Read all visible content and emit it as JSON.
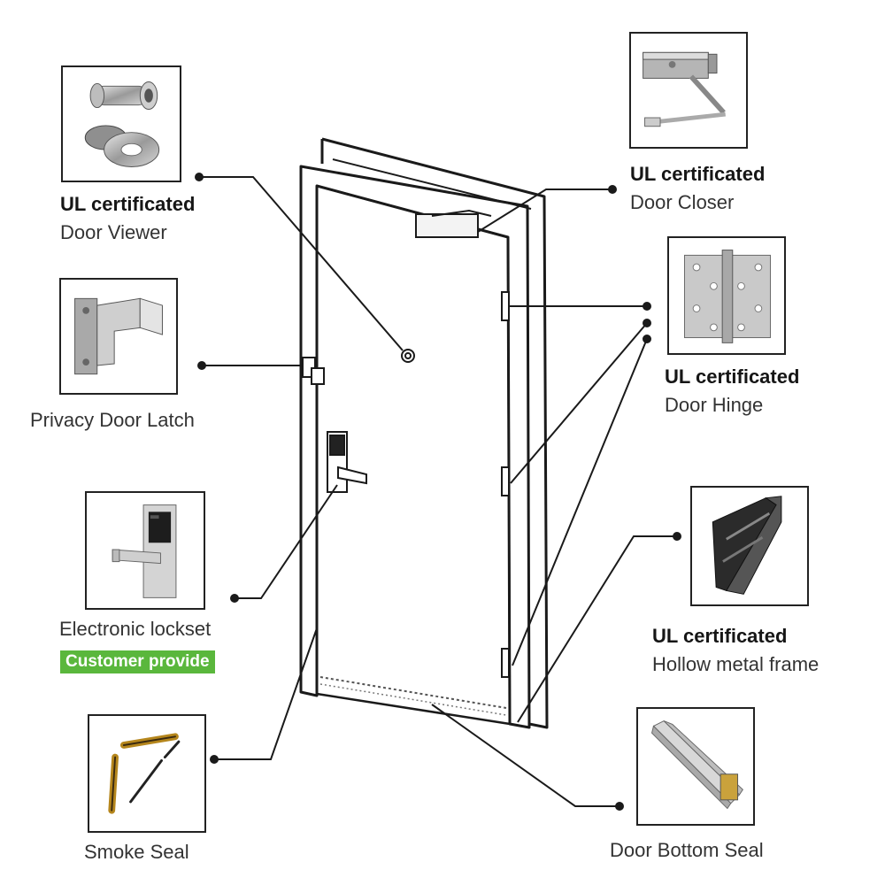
{
  "callouts": {
    "door_viewer": {
      "cert": "UL certificated",
      "name": "Door Viewer"
    },
    "door_closer": {
      "cert": "UL certificated",
      "name": "Door Closer"
    },
    "privacy_latch": {
      "name": "Privacy Door Latch"
    },
    "door_hinge": {
      "cert": "UL certificated",
      "name": "Door Hinge"
    },
    "electronic_lockset": {
      "name": "Electronic lockset",
      "badge": "Customer provide"
    },
    "hollow_frame": {
      "cert": "UL certificated",
      "name": "Hollow metal frame"
    },
    "smoke_seal": {
      "name": "Smoke Seal"
    },
    "bottom_seal": {
      "name": "Door Bottom Seal"
    }
  },
  "colors": {
    "badge": "#5ab73c",
    "line": "#1a1a1a"
  }
}
